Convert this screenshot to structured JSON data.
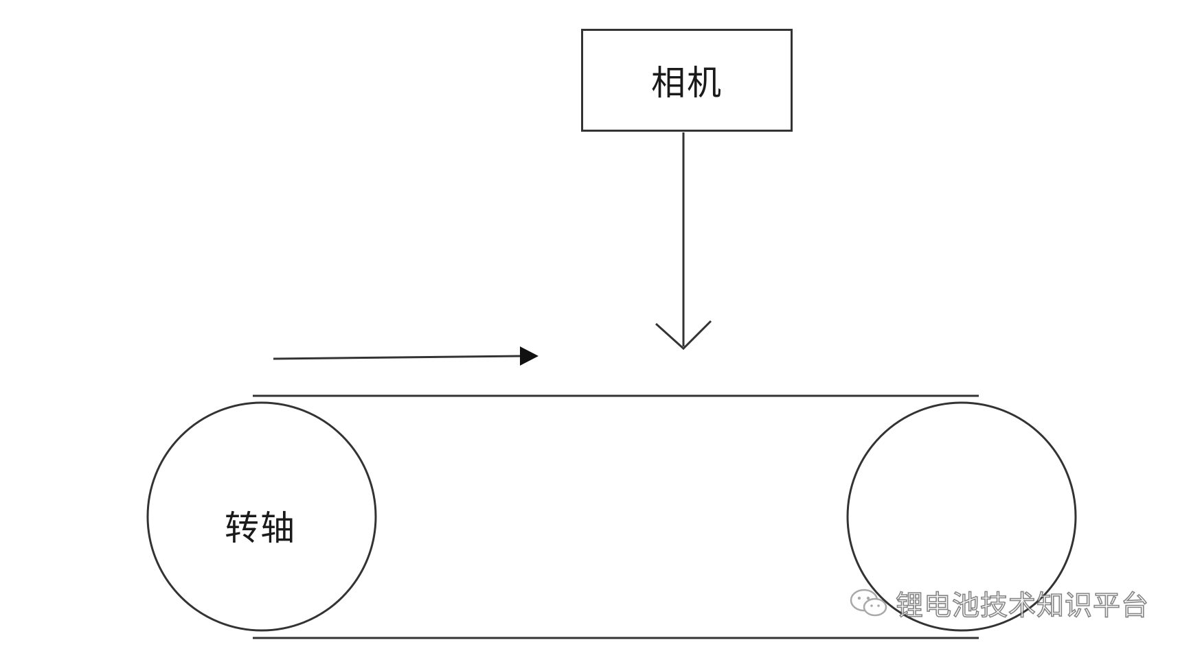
{
  "diagram": {
    "camera_label": "相机",
    "roller_label": "转轴",
    "watermark_text": "锂电池技术知识平台",
    "line_color": "#333333",
    "background": "#ffffff"
  }
}
